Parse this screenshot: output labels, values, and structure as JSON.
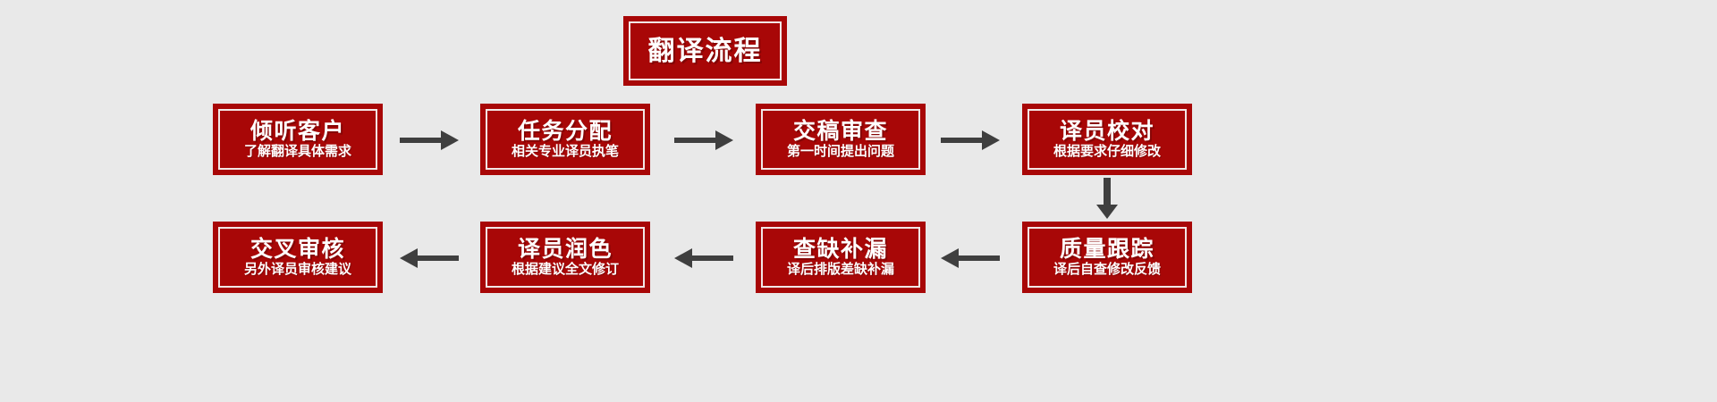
{
  "title": {
    "text": "翻译流程"
  },
  "colors": {
    "background": "#e9e9e9",
    "box_fill": "#a80707",
    "box_border": "#a80707",
    "inner_border": "#f2e7e6",
    "text": "#ffffff",
    "arrow": "#3f3f3f"
  },
  "steps": [
    {
      "id": "step-1",
      "heading": "倾听客户",
      "subtext": "了解翻译具体需求"
    },
    {
      "id": "step-2",
      "heading": "任务分配",
      "subtext": "相关专业译员执笔"
    },
    {
      "id": "step-3",
      "heading": "交稿审查",
      "subtext": "第一时间提出问题"
    },
    {
      "id": "step-4",
      "heading": "译员校对",
      "subtext": "根据要求仔细修改"
    },
    {
      "id": "step-5",
      "heading": "质量跟踪",
      "subtext": "译后自查修改反馈"
    },
    {
      "id": "step-6",
      "heading": "查缺补漏",
      "subtext": "译后排版差缺补漏"
    },
    {
      "id": "step-7",
      "heading": "译员润色",
      "subtext": "根据建议全文修订"
    },
    {
      "id": "step-8",
      "heading": "交叉审核",
      "subtext": "另外译员审核建议"
    }
  ],
  "connectors": [
    {
      "id": "arrow-1",
      "direction": "right",
      "from": "step-1",
      "to": "step-2"
    },
    {
      "id": "arrow-2",
      "direction": "right",
      "from": "step-2",
      "to": "step-3"
    },
    {
      "id": "arrow-3",
      "direction": "right",
      "from": "step-3",
      "to": "step-4"
    },
    {
      "id": "arrow-4",
      "direction": "down",
      "from": "step-4",
      "to": "step-5"
    },
    {
      "id": "arrow-5",
      "direction": "left",
      "from": "step-5",
      "to": "step-6"
    },
    {
      "id": "arrow-6",
      "direction": "left",
      "from": "step-6",
      "to": "step-7"
    },
    {
      "id": "arrow-7",
      "direction": "left",
      "from": "step-7",
      "to": "step-8"
    }
  ]
}
